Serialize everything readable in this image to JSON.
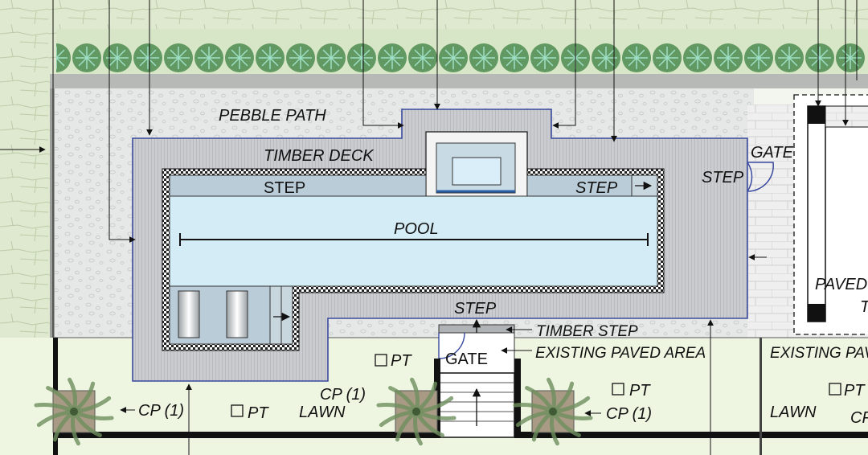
{
  "labels": {
    "pebble_path": "PEBBLE PATH",
    "timber_deck": "TIMBER DECK",
    "gate_right": "GATE",
    "step_right": "STEP",
    "step_left": "STEP",
    "step_top_right": "STEP",
    "pool": "POOL",
    "step_bottom": "STEP",
    "timber_step": "TIMBER STEP",
    "gate_bottom": "GATE",
    "existing_paved_area": "EXISTING PAVED AREA",
    "existing_paved_right": "EXISTING PAV",
    "paved_right": "PAVED",
    "t_right": "T",
    "pt_center": "PT",
    "pt_mid": "PT",
    "pt_right": "PT",
    "pt_far_right": "PT",
    "cp1_left": "CP (1)",
    "cp1_mid": "CP (1)",
    "cp1_right": "CP (1)",
    "cp_far_right": "CP",
    "lawn_mid": "LAWN",
    "lawn_right": "LAWN"
  },
  "colors": {
    "hedge": "#cfe3b8",
    "lawn": "#eef6e2",
    "pebble": "#e4e7e6",
    "deck": "#c9cacc",
    "deck_outline": "#3a4a9e",
    "pool_water": "#d3ecf6",
    "step_fill": "#b9ccd8",
    "paving": "#eeeeee",
    "planter": "#a89a85",
    "palm": "#6e8f5e",
    "shrub": "#4e8a4f"
  }
}
